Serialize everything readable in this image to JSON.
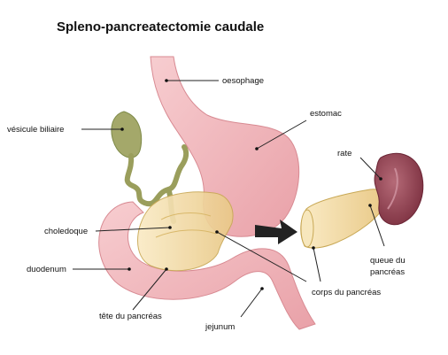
{
  "title": "Spleno-pancreatectomie caudale",
  "labels": {
    "oesophage": "oesophage",
    "estomac": "estomac",
    "vesicule": "vésicule biliaire",
    "rate": "rate",
    "choledoque": "choledoque",
    "duodenum": "duodenum",
    "queue": [
      "queue du",
      "pancréas"
    ],
    "corps": "corps du pancréas",
    "tete": "tête du pancréas",
    "jejunum": "jejunum"
  },
  "colors": {
    "stomach": "#f2b8bc",
    "stomach_outline": "#d88a92",
    "bile": "#a4a86a",
    "bile_outline": "#7e8a48",
    "pancreas": "#f1dca4",
    "pancreas_outline": "#c8a855",
    "spleen": "#8c3a4a",
    "arrow": "#333333",
    "leader": "#222222",
    "dot": "#111111"
  }
}
